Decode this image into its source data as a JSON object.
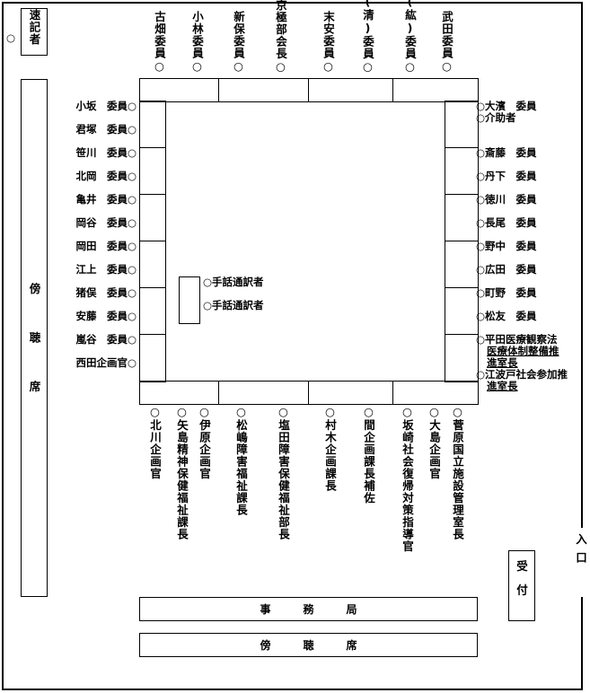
{
  "title_elements": {
    "stenographer": "速記者",
    "gallery_left": "傍聴席",
    "reception": "受付",
    "entrance": "入口",
    "secretariat": "事務局",
    "gallery_bottom": "傍聴席",
    "circle": "○"
  },
  "top_seats": [
    "古畑委員",
    "小林委員",
    "新保委員",
    "京極部会長",
    "末安委員",
    "高橋(清)委員",
    "高橋(紘)委員",
    "武田委員"
  ],
  "left_seats": [
    "小坂　委員",
    "君塚　委員",
    "笹川　委員",
    "北岡　委員",
    "亀井　委員",
    "岡谷　委員",
    "岡田　委員",
    "江上　委員",
    "猪俣　委員",
    "安藤　委員",
    "嵐谷　委員",
    "西田企画官"
  ],
  "right_seats": [
    "大濱　委員",
    "介助者",
    "斎藤　委員",
    "丹下　委員",
    "徳川　委員",
    "長尾　委員",
    "野中　委員",
    "広田　委員",
    "町野　委員",
    "松友　委員",
    "平田医療観察法",
    "医療体制整備推",
    "進室長",
    "江波戸社会参加推",
    "進室長"
  ],
  "interpreters": [
    "手話通訳者",
    "手話通訳者"
  ],
  "bottom_seats": [
    "北川企画官",
    "矢島精神保健福祉課長",
    "伊原企画官",
    "松嶋障害福祉課長",
    "塩田障害保健福祉部長",
    "村木企画課長",
    "間企画課長補佐",
    "坂崎社会復帰対策指導官",
    "大島企画官",
    "菅原国立施設管理室長"
  ]
}
